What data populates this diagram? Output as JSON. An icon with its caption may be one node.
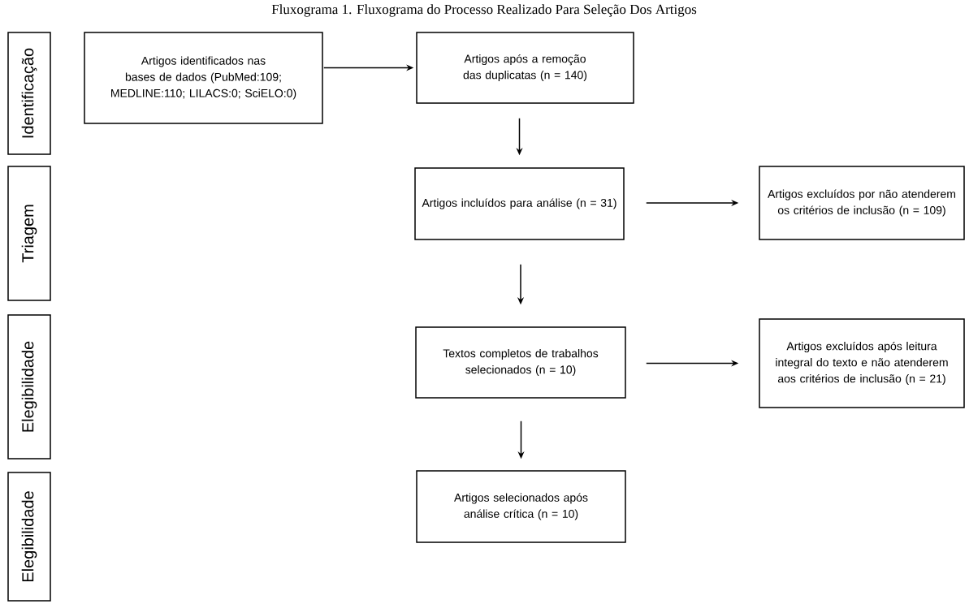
{
  "diagram": {
    "title": "Fluxograma 1. Fluxograma do Processo Realizado Para Seleção Dos Artigos",
    "nodes": [
      {
        "text": [
          "Identificação"
        ]
      },
      {
        "text": [
          "Triagem"
        ]
      },
      {
        "text": [
          "Elegibilidade"
        ]
      },
      {
        "text": [
          "Elegibilidade"
        ]
      },
      {
        "text": [
          "Artigos identificados nas bases de dados (PubMed:109; MEDLINE:110; LILACS:0; SciELO:0)"
        ]
      },
      {
        "text": [
          "Artigos após a remoção das duplicatas (n = 140)"
        ]
      },
      {
        "text": [
          "Artigos incluídos para análise (n = 31)"
        ]
      },
      {
        "text": [
          "Artigos excluídos por não atenderem os critérios de inclusão (n = 109)"
        ]
      },
      {
        "text": [
          "Textos completos de trabalhos selecionados (n = 10)"
        ]
      },
      {
        "text": [
          "Artigos excluídos após leitura integral do texto e não atenderem aos critérios de inclusão (n = 21)"
        ]
      },
      {
        "text": [
          "Artigos selecionados após análise crítica (n = 10)"
        ]
      }
    ],
    "edges": [
      {
        "from": 4,
        "to": 5,
        "arrow": "to"
      },
      {
        "from": 5,
        "to": 6,
        "arrow": "to"
      },
      {
        "from": 6,
        "to": 7,
        "arrow": "to"
      },
      {
        "from": 6,
        "to": 8,
        "arrow": "to"
      },
      {
        "from": 8,
        "to": 9,
        "arrow": "to"
      },
      {
        "from": 8,
        "to": 10,
        "arrow": "to"
      }
    ]
  }
}
